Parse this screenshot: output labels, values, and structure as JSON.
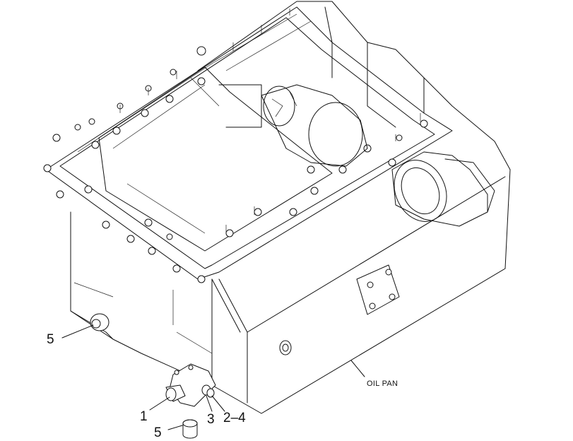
{
  "callouts": {
    "c1": "1",
    "c2_4": "2–4",
    "c3": "3",
    "c5_left": "5",
    "c5_bottom": "5",
    "oil_pan": "OIL PAN"
  },
  "colors": {
    "line": "#111111",
    "background": "#ffffff"
  }
}
